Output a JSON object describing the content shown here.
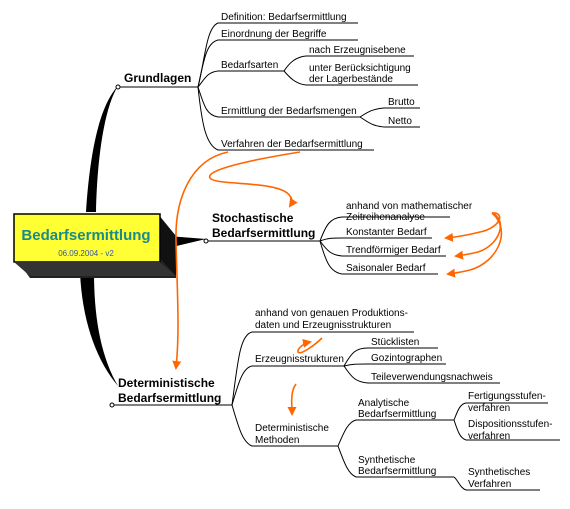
{
  "central": {
    "title": "Bedarfsermittlung",
    "subtitle": "06.09.2004 - v2"
  },
  "grundlagen": {
    "label": "Grundlagen",
    "items": {
      "definition": "Definition: Bedarfsermittlung",
      "einordnung": "Einordnung der Begriffe",
      "bedarfsarten": "Bedarfsarten",
      "nach_erzeugnisebene": "nach Erzeugnisebene",
      "lager_line1": "unter Berücksichtigung",
      "lager_line2": "der Lagerbestände",
      "ermittlung": "Ermittlung der Bedarfsmengen",
      "brutto": "Brutto",
      "netto": "Netto",
      "verfahren": "Verfahren der Bedarfsermittlung"
    }
  },
  "stochastisch": {
    "label_line1": "Stochastische",
    "label_line2": "Bedarfsermittlung",
    "items": {
      "zeitreihe_line1": "anhand von mathematischer",
      "zeitreihe_line2": "Zeitreihenanalyse",
      "konstant": "Konstanter Bedarf",
      "trend": "Trendförmiger Bedarf",
      "saison": "Saisonaler Bedarf"
    }
  },
  "deterministisch": {
    "label_line1": "Deterministische",
    "label_line2": "Bedarfsermittlung",
    "items": {
      "produktion_line1": "anhand von genauen Produktions-",
      "produktion_line2": "daten und Erzeugnisstrukturen",
      "erzeugnisstrukturen": "Erzeugnisstrukturen",
      "stuecklisten": "Stücklisten",
      "gozintographen": "Gozintographen",
      "teileverwendung": "Teileverwendungsnachweis",
      "methoden_line1": "Deterministische",
      "methoden_line2": "Methoden",
      "analytische_line1": "Analytische",
      "analytische_line2": "Bedarfsermittlung",
      "fertigung_line1": "Fertigungsstufen-",
      "fertigung_line2": "verfahren",
      "dispo_line1": "Dispositionsstufen-",
      "dispo_line2": "verfahren",
      "synthetische_line1": "Synthetische",
      "synthetische_line2": "Bedarfsermittlung",
      "synth_verf_line1": "Synthetisches",
      "synth_verf_line2": "Verfahren"
    }
  },
  "colors": {
    "central_fill": "#ffff33",
    "central_title": "#1a8a8a",
    "central_subtitle": "#3355aa",
    "arrows": "#ff6600",
    "branch": "#000000"
  }
}
